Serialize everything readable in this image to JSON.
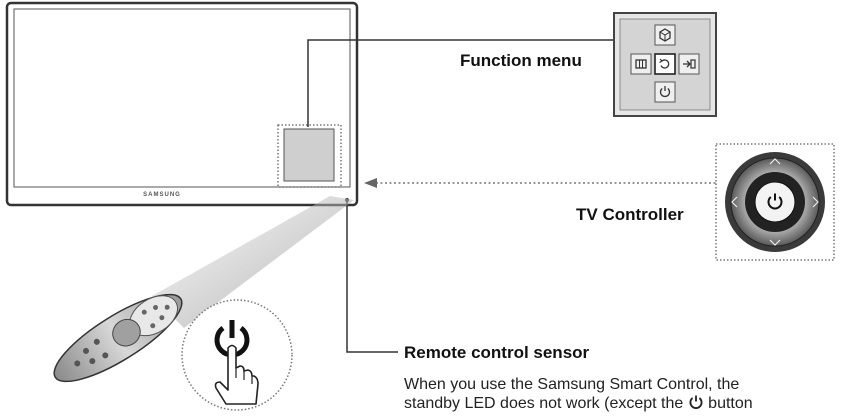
{
  "tv": {
    "brand": "SAMSUNG"
  },
  "labels": {
    "function_menu": "Function menu",
    "tv_controller": "TV Controller",
    "remote_sensor": "Remote control sensor",
    "sensor_note_line1": "When you use the Samsung Smart Control, the",
    "sensor_note_line2a": "standby LED does not work (except the",
    "sensor_note_line2b": "button"
  },
  "icons": {
    "menu_center": "return-icon",
    "menu_top": "smart-hub-icon",
    "menu_left": "menu-icon",
    "menu_right": "source-icon",
    "menu_bottom": "power-icon",
    "controller_center": "power-icon",
    "hand": "hand-pressing-icon",
    "remote": "smart-control-remote"
  },
  "colors": {
    "line": "#333333",
    "panel_bg": "#dcdcdc",
    "dotted": "#777777"
  }
}
